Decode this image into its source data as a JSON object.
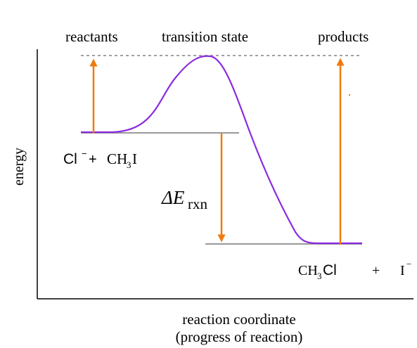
{
  "labels": {
    "reactants": "reactants",
    "transition_state": "transition state",
    "products": "products",
    "y_axis": "energy",
    "x_axis_line1": "reaction coordinate",
    "x_axis_line2": "(progress of reaction)",
    "delta_e_symbol": "ΔE",
    "delta_e_subscript": "rxn"
  },
  "reactant_species": {
    "cl": "Cl",
    "cl_charge": "−",
    "plus": "+",
    "ch3i_ch": "CH",
    "ch3i_sub": "3",
    "ch3i_i": "I"
  },
  "product_species": {
    "ch": "CH",
    "sub": "3",
    "cl": "Cl",
    "plus": "+",
    "i": "I",
    "i_charge": "−"
  },
  "colors": {
    "curve": "#8a2be2",
    "arrows": "#f07a10",
    "levels": "#999999",
    "transition_line": "#a0a0a0",
    "axes": "#000000"
  }
}
